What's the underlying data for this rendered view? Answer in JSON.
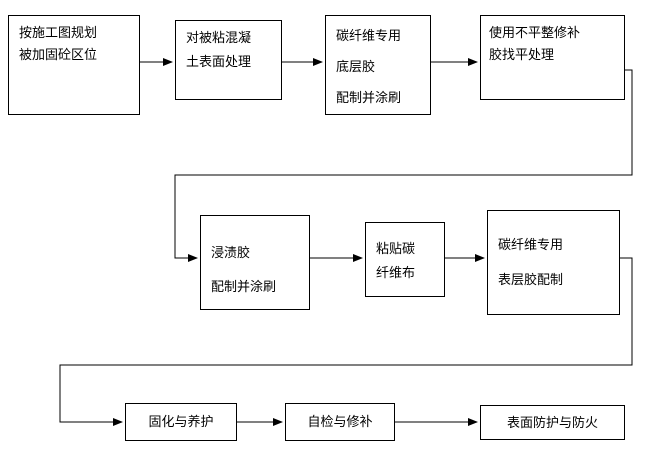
{
  "diagram": {
    "type": "flowchart",
    "colors": {
      "background": "#ffffff",
      "line": "#000000",
      "text": "#000000"
    },
    "boxes": [
      {
        "id": "plan-reinforcement-area",
        "lines": [
          "按施工图规划",
          "被加固砼区位"
        ]
      },
      {
        "id": "surface-treatment",
        "lines": [
          "对被粘混凝",
          "土表面处理"
        ]
      },
      {
        "id": "primer-adhesive",
        "lines": [
          "碳纤维专用",
          "底层胶",
          "配制并涂刷"
        ]
      },
      {
        "id": "leveling-repair",
        "lines": [
          "使用不平整修补",
          "胶找平处理"
        ]
      },
      {
        "id": "impregnation-adhesive",
        "lines": [
          "浸渍胶",
          "配制并涂刷"
        ]
      },
      {
        "id": "paste-carbon-fiber",
        "lines": [
          "粘贴碳",
          "纤维布"
        ]
      },
      {
        "id": "top-coat-adhesive",
        "lines": [
          "碳纤维专用",
          "表层胶配制"
        ]
      },
      {
        "id": "curing-maintenance",
        "lines": [
          "固化与养护"
        ]
      },
      {
        "id": "self-inspection-repair",
        "lines": [
          "自检与修补"
        ]
      },
      {
        "id": "surface-fire-protection",
        "lines": [
          "表面防护与防火"
        ]
      }
    ]
  }
}
